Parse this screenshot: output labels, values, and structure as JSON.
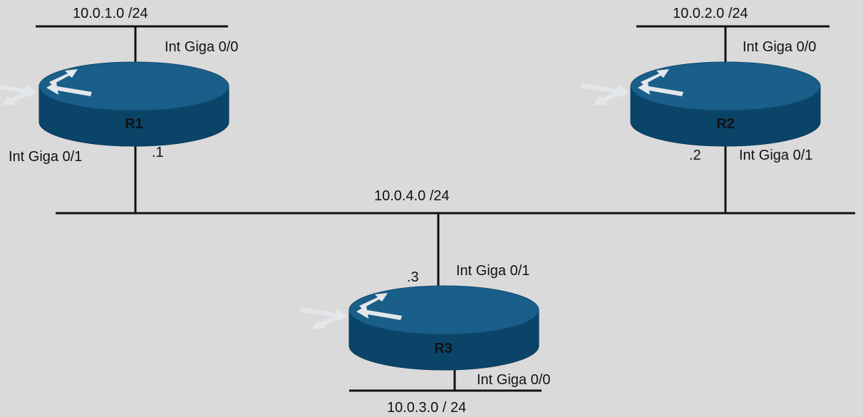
{
  "colors": {
    "background": "#dadada",
    "router_body": "#10507a",
    "router_top": "#1a5f8a",
    "router_side": "#0b4469",
    "arrow": "#e4e7ea",
    "link": "#111111"
  },
  "networks": {
    "r1_lan": "10.0.1.0 /24",
    "r2_lan": "10.0.2.0 /24",
    "shared": "10.0.4.0 /24",
    "r3_lan": "10.0.3.0 / 24"
  },
  "routers": {
    "r1": {
      "name": "R1",
      "icon": "router-icon",
      "giga0": "Int Giga 0/0",
      "giga1": "Int Giga 0/1",
      "host_octet": ".1"
    },
    "r2": {
      "name": "R2",
      "icon": "router-icon",
      "giga0": "Int Giga 0/0",
      "giga1": "Int Giga 0/1",
      "host_octet": ".2"
    },
    "r3": {
      "name": "R3",
      "icon": "router-icon",
      "giga0": "Int Giga 0/0",
      "giga1": "Int Giga 0/1",
      "host_octet": ".3"
    }
  }
}
